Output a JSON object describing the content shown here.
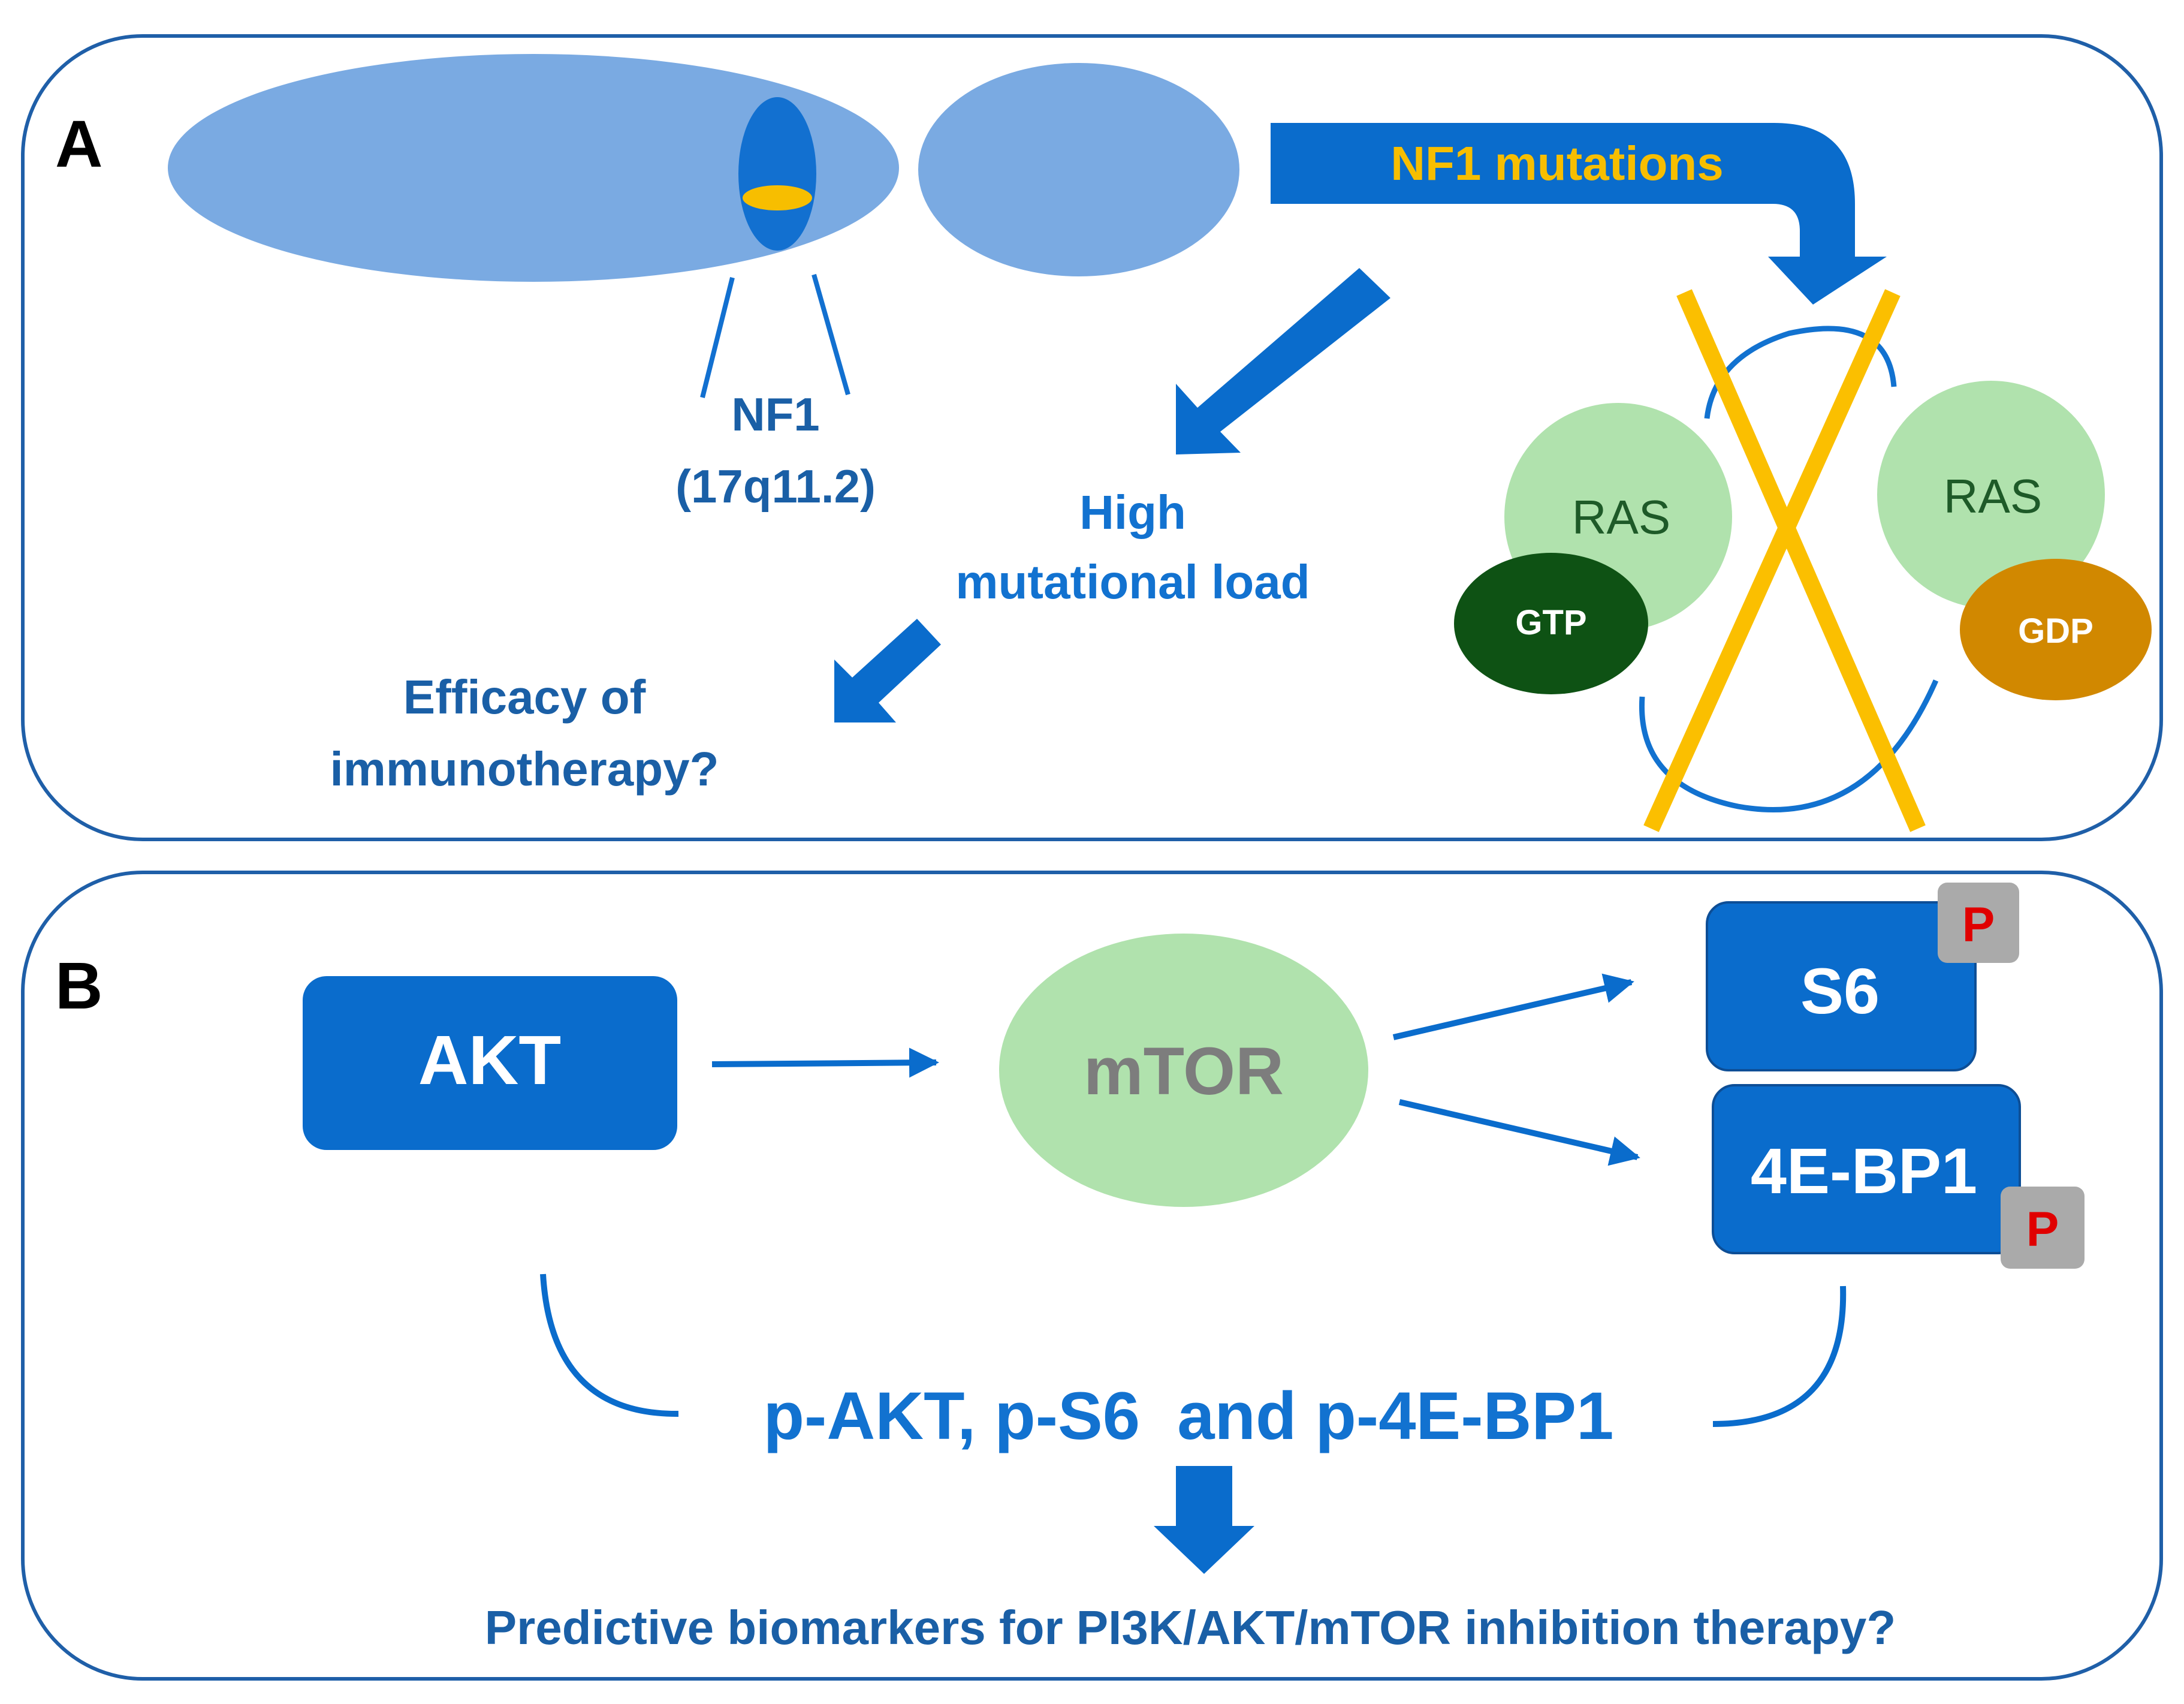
{
  "colors": {
    "panel_border": "#1f5fa8",
    "arrow_blue": "#0a6ccc",
    "text_blue": "#1a5fa6",
    "text_bright_blue": "#1272d0",
    "chromosome": "#7aaae2",
    "centromere": "#1270d0",
    "nf1_band": "#f7be00",
    "cross_yellow": "#fbbf00",
    "ras_green": "#b0e2ad",
    "ras_text": "#1e5a28",
    "gtp_dark_green": "#0e5214",
    "gdp_orange": "#d18800",
    "mtor_text": "#7d7d7d",
    "phospho_grey": "#aaaaaa",
    "phospho_red": "#e00000"
  },
  "panelA": {
    "letter": "A",
    "gene_label": "NF1",
    "locus_label": "(17q11.2)",
    "mutations_label": "NF1 mutations",
    "mutational_load_line1": "High",
    "mutational_load_line2": "mutational load",
    "immunotherapy_line1": "Efficacy of",
    "immunotherapy_line2": "immunotherapy?",
    "ras_left": "RAS",
    "ras_right": "RAS",
    "gtp": "GTP",
    "gdp": "GDP"
  },
  "panelB": {
    "letter": "B",
    "akt": "AKT",
    "mtor": "mTOR",
    "s6": "S6",
    "bp1": "4E-BP1",
    "phospho_s6": "P",
    "phospho_bp1": "P",
    "biomarkers": "p-AKT, p-S6  and p-4E-BP1",
    "question": "Predictive biomarkers for PI3K/AKT/mTOR inhibition therapy?"
  }
}
